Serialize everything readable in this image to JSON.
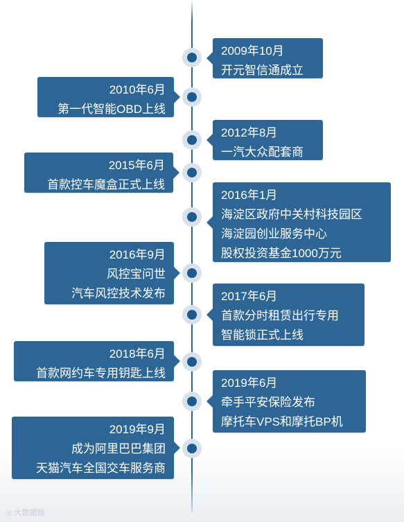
{
  "events": [
    {
      "date": "2009年10月",
      "lines": [
        "开元智信通成立"
      ]
    },
    {
      "date": "2010年6月",
      "lines": [
        "第一代智能OBD上线"
      ]
    },
    {
      "date": "2012年8月",
      "lines": [
        "一汽大众配套商"
      ]
    },
    {
      "date": "2015年6月",
      "lines": [
        "首款控车魔盒正式上线"
      ]
    },
    {
      "date": "2016年1月",
      "lines": [
        "海淀区政府中关村科技园区",
        "海淀园创业服务中心",
        "股权投资基金1000万元"
      ]
    },
    {
      "date": "2016年9月",
      "lines": [
        "风控宝问世",
        "汽车风控技术发布"
      ]
    },
    {
      "date": "2017年6月",
      "lines": [
        "首款分时租赁出行专用",
        "智能锁正式上线"
      ]
    },
    {
      "date": "2018年6月",
      "lines": [
        "首款网约车专用钥匙上线"
      ]
    },
    {
      "date": "2019年6月",
      "lines": [
        "牵手平安保险发布",
        "摩托车VPS和摩托BP机"
      ]
    },
    {
      "date": "2019年9月",
      "lines": [
        "成为阿里巴巴集团",
        "天猫汽车全国交车服务商"
      ]
    }
  ],
  "watermark": "大数据猎"
}
